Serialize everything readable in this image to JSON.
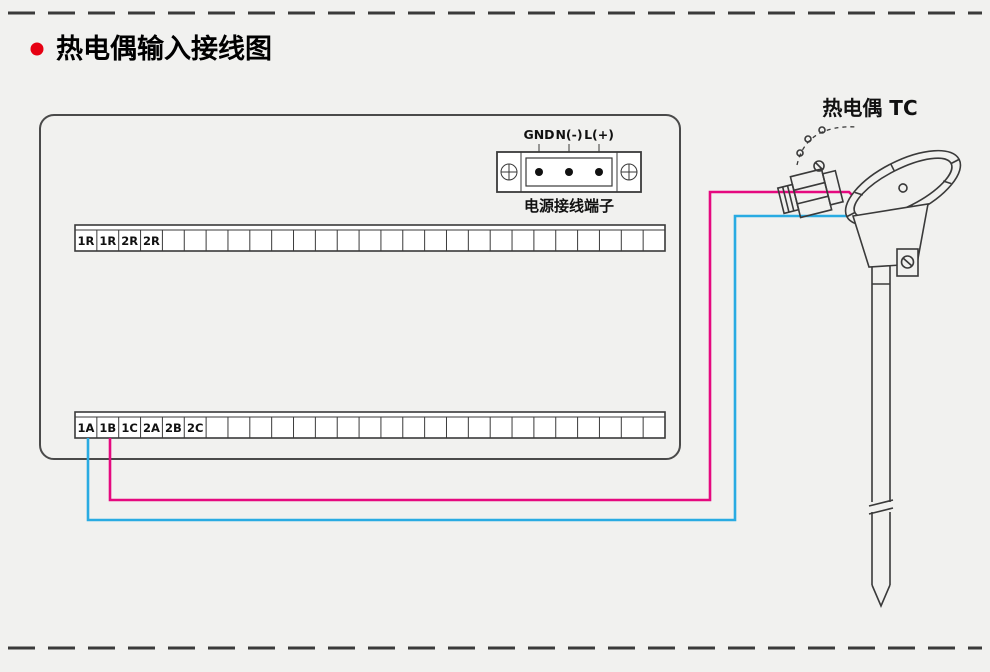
{
  "page": {
    "title": "热电偶输入接线图"
  },
  "power_terminal": {
    "labels": [
      "GND",
      "N(-)",
      "L(+)"
    ],
    "caption": "电源接线端子"
  },
  "thermocouple": {
    "label": "热电偶 TC"
  },
  "upper_strip": {
    "cells": 27,
    "labels": [
      "1R",
      "1R",
      "2R",
      "2R"
    ]
  },
  "lower_strip": {
    "cells": 27,
    "labels": [
      "1A",
      "1B",
      "1C",
      "2A",
      "2B",
      "2C"
    ]
  },
  "colors": {
    "wire_pink": "#e5097f",
    "wire_blue": "#29abe2",
    "bullet_red": "#e60012",
    "line_dark": "#3a3a3a"
  }
}
